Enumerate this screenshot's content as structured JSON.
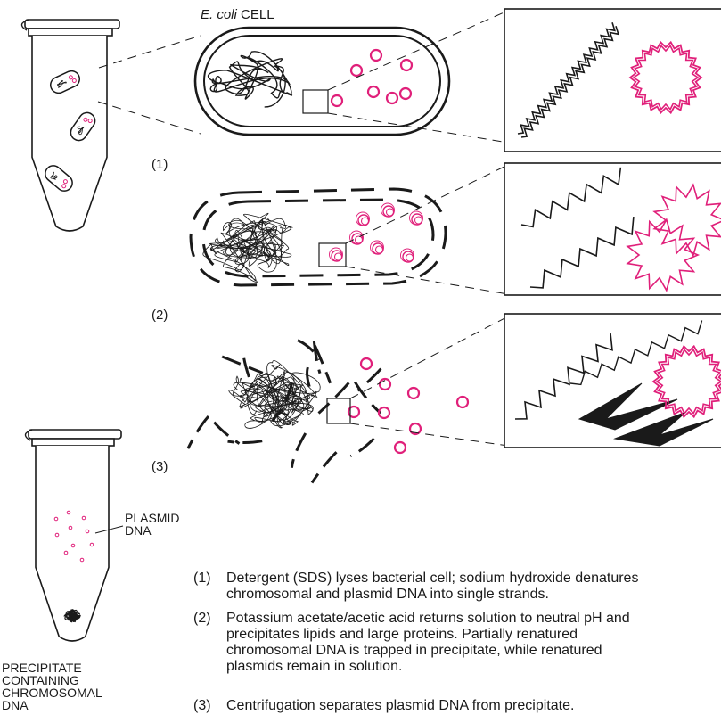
{
  "title_species": "E. coli",
  "title_rest": "CELL",
  "stage_labels": [
    "(1)",
    "(2)",
    "(3)"
  ],
  "plasmid_label": "PLASMID\nDNA",
  "precipitate_label": "PRECIPITATE\nCONTAINING\nCHROMOSOMAL\nDNA",
  "steps": [
    {
      "num": "(1)",
      "text": "Detergent (SDS) lyses bacterial cell; sodium hydroxide denatures\nchromosomal and plasmid DNA into single strands."
    },
    {
      "num": "(2)",
      "text": "Potassium acetate/acetic acid returns solution to neutral pH and\nprecipitates lipids and large proteins. Partially renatured\nchromosomal DNA is trapped in precipitate, while renatured\nplasmids remain in solution."
    },
    {
      "num": "(3)",
      "text": "Centrifugation separates plasmid DNA from precipitate."
    }
  ],
  "colors": {
    "ink": "#1a1a1a",
    "plasmid": "#e0207a"
  }
}
